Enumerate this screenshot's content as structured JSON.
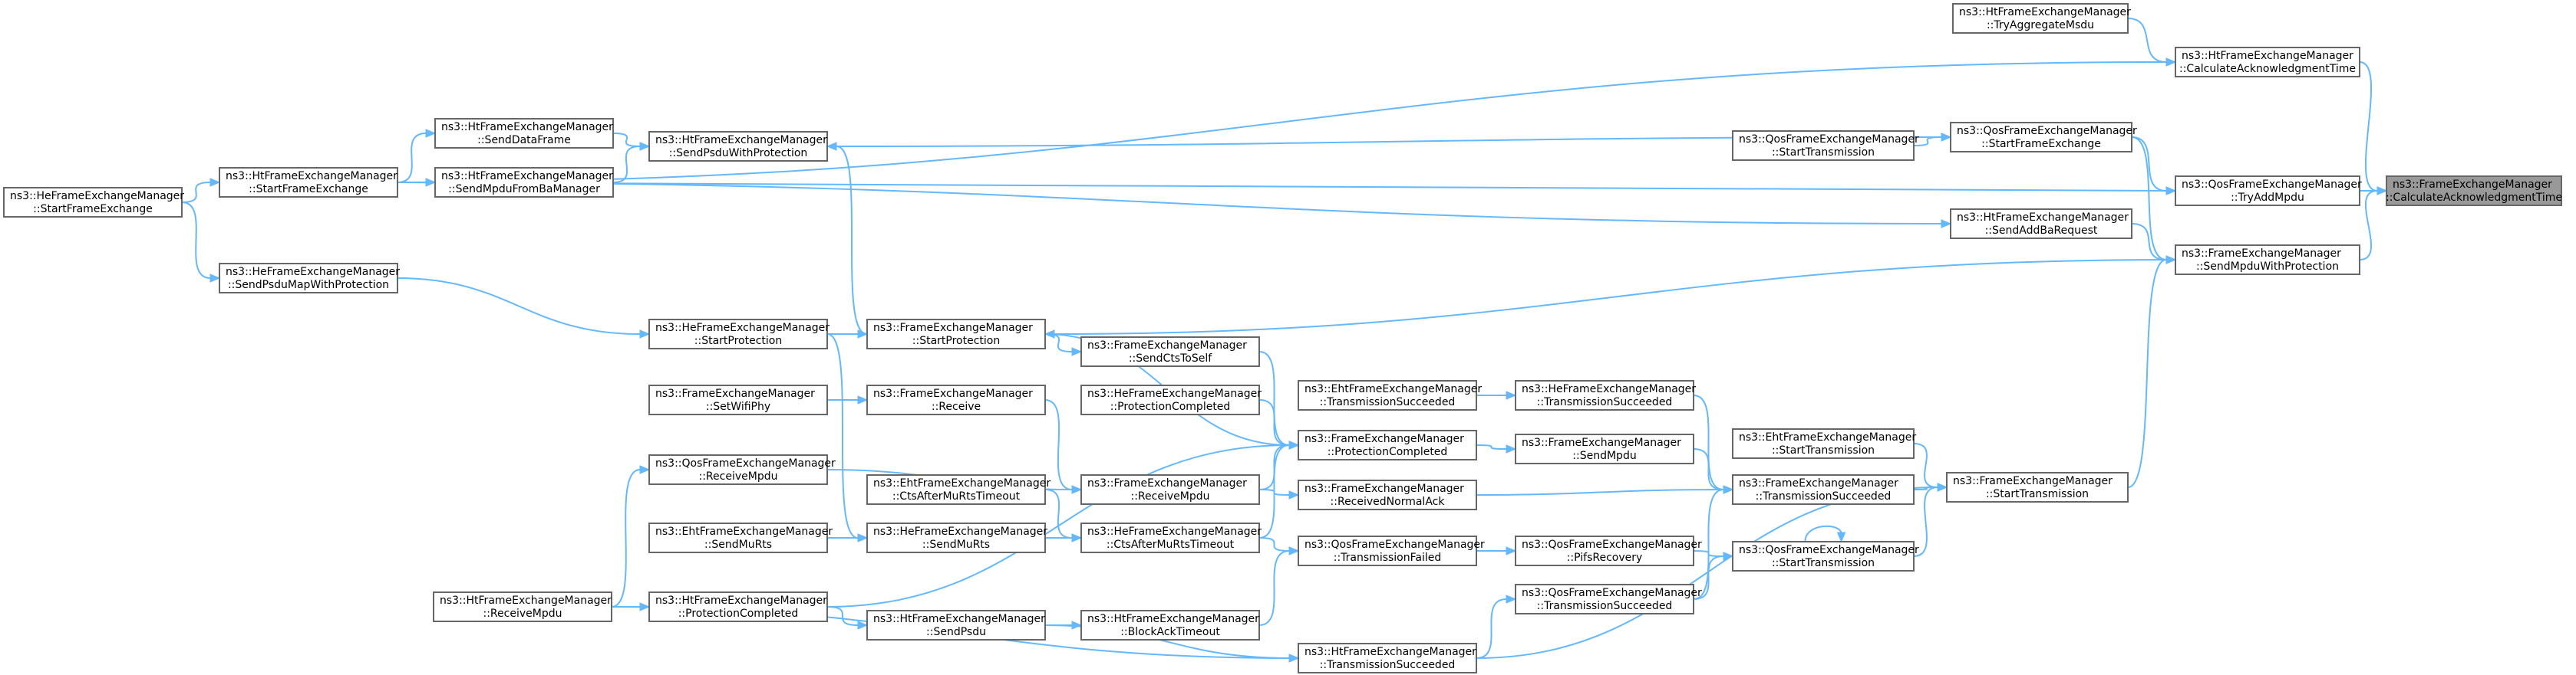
{
  "diagram": {
    "title": "Caller graph of ns3::FrameExchangeManager::CalculateAcknowledgmentTime",
    "colors": {
      "edge": "#63b8ff",
      "node_border": "#666666",
      "highlight_fill": "#999999",
      "background": "#ffffff"
    },
    "nodes": [
      {
        "id": "n0",
        "line1": "ns3::FrameExchangeManager",
        "line2": "::CalculateAcknowledgmentTime",
        "highlight": true,
        "interactable": false
      },
      {
        "id": "n1",
        "line1": "ns3::HtFrameExchangeManager",
        "line2": "::CalculateAcknowledgmentTime",
        "interactable": true
      },
      {
        "id": "n2",
        "line1": "ns3::HtFrameExchangeManager",
        "line2": "::TryAggregateMsdu",
        "interactable": true
      },
      {
        "id": "n3",
        "line1": "ns3::HtFrameExchangeManager",
        "line2": "::StartFrameExchange",
        "interactable": true
      },
      {
        "id": "n4",
        "line1": "ns3::HeFrameExchangeManager",
        "line2": "::StartFrameExchange",
        "interactable": true
      },
      {
        "id": "n5",
        "line1": "ns3::QosFrameExchangeManager",
        "line2": "::TryAddMpdu",
        "interactable": true
      },
      {
        "id": "n6",
        "line1": "ns3::QosFrameExchangeManager",
        "line2": "::StartFrameExchange",
        "interactable": true
      },
      {
        "id": "n7",
        "line1": "ns3::QosFrameExchangeManager",
        "line2": "::StartTransmission",
        "interactable": true
      },
      {
        "id": "n8",
        "line1": "ns3::FrameExchangeManager",
        "line2": "::SendMpduWithProtection",
        "interactable": true
      },
      {
        "id": "n9",
        "line1": "ns3::HtFrameExchangeManager",
        "line2": "::SendAddBaRequest",
        "interactable": true
      },
      {
        "id": "n10",
        "line1": "ns3::HtFrameExchangeManager",
        "line2": "::SendMpduFromBaManager",
        "interactable": true
      },
      {
        "id": "n11",
        "line1": "ns3::FrameExchangeManager",
        "line2": "::StartTransmission",
        "interactable": true
      },
      {
        "id": "n12",
        "line1": "ns3::HtFrameExchangeManager",
        "line2": "::SendDataFrame",
        "interactable": true
      },
      {
        "id": "n13",
        "line1": "ns3::HtFrameExchangeManager",
        "line2": "::SendPsduWithProtection",
        "interactable": true
      },
      {
        "id": "n14",
        "line1": "ns3::EhtFrameExchangeManager",
        "line2": "::StartTransmission",
        "interactable": true
      },
      {
        "id": "n15",
        "line1": "ns3::FrameExchangeManager",
        "line2": "::TransmissionSucceeded",
        "interactable": true
      },
      {
        "id": "n16",
        "line1": "ns3::QosFrameExchangeManager",
        "line2": "::StartTransmission",
        "interactable": true
      },
      {
        "id": "n17",
        "line1": "ns3::HtFrameExchangeManager",
        "line2": "::TransmissionSucceeded",
        "interactable": true
      },
      {
        "id": "n18",
        "line1": "ns3::HeFrameExchangeManager",
        "line2": "::SendPsduMapWithProtection",
        "interactable": true
      },
      {
        "id": "n19",
        "line1": "ns3::HeFrameExchangeManager",
        "line2": "::StartProtection",
        "interactable": true
      },
      {
        "id": "n20",
        "line1": "ns3::FrameExchangeManager",
        "line2": "::StartProtection",
        "interactable": true
      },
      {
        "id": "n21",
        "line1": "ns3::FrameExchangeManager",
        "line2": "::SendCtsToSelf",
        "interactable": true
      },
      {
        "id": "n22",
        "line1": "ns3::HeFrameExchangeManager",
        "line2": "::ProtectionCompleted",
        "interactable": true
      },
      {
        "id": "n23",
        "line1": "ns3::FrameExchangeManager",
        "line2": "::ProtectionCompleted",
        "interactable": true
      },
      {
        "id": "n24",
        "line1": "ns3::EhtFrameExchangeManager",
        "line2": "::TransmissionSucceeded",
        "interactable": true
      },
      {
        "id": "n25",
        "line1": "ns3::HeFrameExchangeManager",
        "line2": "::TransmissionSucceeded",
        "interactable": true
      },
      {
        "id": "n26",
        "line1": "ns3::FrameExchangeManager",
        "line2": "::SendMpdu",
        "interactable": true
      },
      {
        "id": "n27",
        "line1": "ns3::FrameExchangeManager",
        "line2": "::ReceivedNormalAck",
        "interactable": true
      },
      {
        "id": "n28",
        "line1": "ns3::FrameExchangeManager",
        "line2": "::SetWifiPhy",
        "interactable": true
      },
      {
        "id": "n29",
        "line1": "ns3::FrameExchangeManager",
        "line2": "::Receive",
        "interactable": true
      },
      {
        "id": "n30",
        "line1": "ns3::QosFrameExchangeManager",
        "line2": "::ReceiveMpdu",
        "interactable": true
      },
      {
        "id": "n31",
        "line1": "ns3::FrameExchangeManager",
        "line2": "::ReceiveMpdu",
        "interactable": true
      },
      {
        "id": "n32",
        "line1": "ns3::EhtFrameExchangeManager",
        "line2": "::CtsAfterMuRtsTimeout",
        "interactable": true
      },
      {
        "id": "n33",
        "line1": "ns3::EhtFrameExchangeManager",
        "line2": "::SendMuRts",
        "interactable": true
      },
      {
        "id": "n34",
        "line1": "ns3::HeFrameExchangeManager",
        "line2": "::SendMuRts",
        "interactable": true
      },
      {
        "id": "n35",
        "line1": "ns3::HeFrameExchangeManager",
        "line2": "::CtsAfterMuRtsTimeout",
        "interactable": true
      },
      {
        "id": "n36",
        "line1": "ns3::QosFrameExchangeManager",
        "line2": "::TransmissionFailed",
        "interactable": true
      },
      {
        "id": "n37",
        "line1": "ns3::QosFrameExchangeManager",
        "line2": "::PifsRecovery",
        "interactable": true
      },
      {
        "id": "n38",
        "line1": "ns3::HtFrameExchangeManager",
        "line2": "::ReceiveMpdu",
        "interactable": true
      },
      {
        "id": "n39",
        "line1": "ns3::HtFrameExchangeManager",
        "line2": "::ProtectionCompleted",
        "interactable": true
      },
      {
        "id": "n40",
        "line1": "ns3::HtFrameExchangeManager",
        "line2": "::SendPsdu",
        "interactable": true
      },
      {
        "id": "n41",
        "line1": "ns3::HtFrameExchangeManager",
        "line2": "::BlockAckTimeout",
        "interactable": true
      },
      {
        "id": "n42",
        "line1": "ns3::QosFrameExchangeManager",
        "line2": "::TransmissionSucceeded",
        "interactable": true
      }
    ],
    "edges": [
      {
        "from": "n1",
        "to": "n0"
      },
      {
        "from": "n5",
        "to": "n0"
      },
      {
        "from": "n8",
        "to": "n0"
      },
      {
        "from": "n2",
        "to": "n1"
      },
      {
        "from": "n3",
        "to": "n1"
      },
      {
        "from": "n4",
        "to": "n3"
      },
      {
        "from": "n6",
        "to": "n5"
      },
      {
        "from": "n3",
        "to": "n5"
      },
      {
        "from": "n7",
        "to": "n6"
      },
      {
        "from": "n6",
        "to": "n8"
      },
      {
        "from": "n9",
        "to": "n8"
      },
      {
        "from": "n11",
        "to": "n8"
      },
      {
        "from": "n3",
        "to": "n9"
      },
      {
        "from": "n3",
        "to": "n10"
      },
      {
        "from": "n3",
        "to": "n12"
      },
      {
        "from": "n12",
        "to": "n13"
      },
      {
        "from": "n10",
        "to": "n13"
      },
      {
        "from": "n13",
        "to": "n6"
      },
      {
        "from": "n14",
        "to": "n11"
      },
      {
        "from": "n15",
        "to": "n11"
      },
      {
        "from": "n16",
        "to": "n11"
      },
      {
        "from": "n16",
        "to": "n16"
      },
      {
        "from": "n17",
        "to": "n11"
      },
      {
        "from": "n4",
        "to": "n18"
      },
      {
        "from": "n18",
        "to": "n19"
      },
      {
        "from": "n19",
        "to": "n20"
      },
      {
        "from": "n8",
        "to": "n20"
      },
      {
        "from": "n20",
        "to": "n13"
      },
      {
        "from": "n20",
        "to": "n21"
      },
      {
        "from": "n24",
        "to": "n25"
      },
      {
        "from": "n25",
        "to": "n15"
      },
      {
        "from": "n26",
        "to": "n15"
      },
      {
        "from": "n27",
        "to": "n15"
      },
      {
        "from": "n42",
        "to": "n15"
      },
      {
        "from": "n21",
        "to": "n23"
      },
      {
        "from": "n22",
        "to": "n23"
      },
      {
        "from": "n20",
        "to": "n23"
      },
      {
        "from": "n29",
        "to": "n31"
      },
      {
        "from": "n28",
        "to": "n29"
      },
      {
        "from": "n31",
        "to": "n23"
      },
      {
        "from": "n30",
        "to": "n31"
      },
      {
        "from": "n35",
        "to": "n23"
      },
      {
        "from": "n39",
        "to": "n23"
      },
      {
        "from": "n23",
        "to": "n26"
      },
      {
        "from": "n31",
        "to": "n27"
      },
      {
        "from": "n38",
        "to": "n30"
      },
      {
        "from": "n32",
        "to": "n35"
      },
      {
        "from": "n34",
        "to": "n35"
      },
      {
        "from": "n19",
        "to": "n34"
      },
      {
        "from": "n33",
        "to": "n34"
      },
      {
        "from": "n35",
        "to": "n36"
      },
      {
        "from": "n36",
        "to": "n37"
      },
      {
        "from": "n37",
        "to": "n16"
      },
      {
        "from": "n41",
        "to": "n36"
      },
      {
        "from": "n40",
        "to": "n41"
      },
      {
        "from": "n38",
        "to": "n39"
      },
      {
        "from": "n39",
        "to": "n40"
      },
      {
        "from": "n40",
        "to": "n17"
      },
      {
        "from": "n38",
        "to": "n17"
      },
      {
        "from": "n17",
        "to": "n42"
      },
      {
        "from": "n42",
        "to": "n16"
      }
    ]
  }
}
